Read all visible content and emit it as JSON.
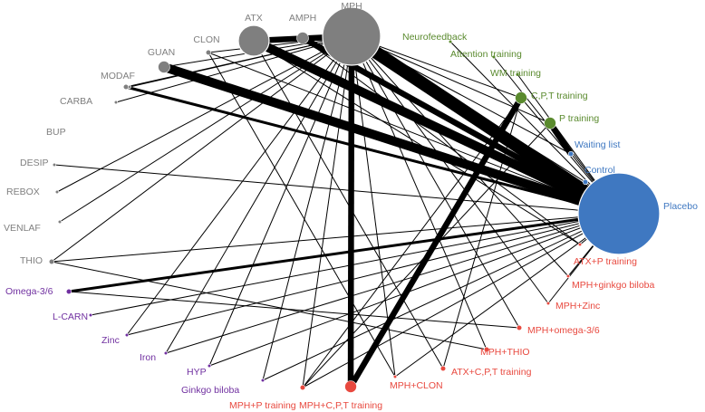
{
  "colors": {
    "drug": "#7f7f7f",
    "nonpharm": "#5a8a2e",
    "control": "#3f78c1",
    "combo": "#e8493f",
    "supplement": "#7030a0",
    "edge": "#000000"
  },
  "nodes": [
    {
      "id": "MPH",
      "label": "MPH",
      "group": "drug",
      "size": 6
    },
    {
      "id": "AMPH",
      "label": "AMPH",
      "group": "drug",
      "size": 2
    },
    {
      "id": "ATX",
      "label": "ATX",
      "group": "drug",
      "size": 4
    },
    {
      "id": "CLON",
      "label": "CLON",
      "group": "drug",
      "size": 1
    },
    {
      "id": "GUAN",
      "label": "GUAN",
      "group": "drug",
      "size": 2
    },
    {
      "id": "MODAF",
      "label": "MODAF",
      "group": "drug",
      "size": 1
    },
    {
      "id": "CARBA",
      "label": "CARBA",
      "group": "drug",
      "size": 0
    },
    {
      "id": "BUP",
      "label": "BUP",
      "group": "drug",
      "size": 0
    },
    {
      "id": "DESIP",
      "label": "DESIP",
      "group": "drug",
      "size": 0
    },
    {
      "id": "REBOX",
      "label": "REBOX",
      "group": "drug",
      "size": 0
    },
    {
      "id": "VENLAF",
      "label": "VENLAF",
      "group": "drug",
      "size": 0
    },
    {
      "id": "THIO",
      "label": "THIO",
      "group": "drug",
      "size": 1
    },
    {
      "id": "OMEGA",
      "label": "Omega-3/6",
      "group": "supplement",
      "size": 1
    },
    {
      "id": "LCARN",
      "label": "L-CARN",
      "group": "supplement",
      "size": 0
    },
    {
      "id": "ZINC",
      "label": "Zinc",
      "group": "supplement",
      "size": 0
    },
    {
      "id": "IRON",
      "label": "Iron",
      "group": "supplement",
      "size": 0
    },
    {
      "id": "HYP",
      "label": "HYP",
      "group": "supplement",
      "size": 0
    },
    {
      "id": "GINKGO",
      "label": "Ginkgo biloba",
      "group": "supplement",
      "size": 0
    },
    {
      "id": "MPH_P",
      "label": "MPH+P training",
      "group": "combo",
      "size": 1
    },
    {
      "id": "MPH_CPT",
      "label": "MPH+C,P,T training",
      "group": "combo",
      "size": 2
    },
    {
      "id": "MPH_CLON",
      "label": "MPH+CLON",
      "group": "combo",
      "size": 0
    },
    {
      "id": "ATX_CPT",
      "label": "ATX+C,P,T training",
      "group": "combo",
      "size": 1
    },
    {
      "id": "MPH_THIO",
      "label": "MPH+THIO",
      "group": "combo",
      "size": 1
    },
    {
      "id": "MPH_OMEGA",
      "label": "MPH+omega-3/6",
      "group": "combo",
      "size": 1
    },
    {
      "id": "MPH_ZINC",
      "label": "MPH+Zinc",
      "group": "combo",
      "size": 0
    },
    {
      "id": "MPH_GINKGO",
      "label": "MPH+ginkgo biloba",
      "group": "combo",
      "size": 0
    },
    {
      "id": "ATX_P",
      "label": "ATX+P training",
      "group": "combo",
      "size": 0
    },
    {
      "id": "PLACEBO",
      "label": "Placebo",
      "group": "control",
      "size": 7
    },
    {
      "id": "CONTROL",
      "label": "Control",
      "group": "control",
      "size": 1
    },
    {
      "id": "WAIT",
      "label": "Waiting list",
      "group": "control",
      "size": 1
    },
    {
      "id": "PTRAIN",
      "label": "P training",
      "group": "nonpharm",
      "size": 2
    },
    {
      "id": "CPTTRAIN",
      "label": "C,P,T training",
      "group": "nonpharm",
      "size": 2
    },
    {
      "id": "WM",
      "label": "WM training",
      "group": "nonpharm",
      "size": 0
    },
    {
      "id": "ATTN",
      "label": "Attention training",
      "group": "nonpharm",
      "size": 0
    },
    {
      "id": "NEURO",
      "label": "Neurofeedback",
      "group": "nonpharm",
      "size": 0
    }
  ],
  "edges": [
    {
      "from": "MPH",
      "to": "PLACEBO",
      "weight": 5
    },
    {
      "from": "ATX",
      "to": "PLACEBO",
      "weight": 4
    },
    {
      "from": "GUAN",
      "to": "PLACEBO",
      "weight": 4
    },
    {
      "from": "AMPH",
      "to": "PLACEBO",
      "weight": 3
    },
    {
      "from": "MODAF",
      "to": "PLACEBO",
      "weight": 2
    },
    {
      "from": "CLON",
      "to": "PLACEBO",
      "weight": 1
    },
    {
      "from": "MPH",
      "to": "ATX",
      "weight": 3
    },
    {
      "from": "MPH",
      "to": "AMPH",
      "weight": 1
    },
    {
      "from": "MPH",
      "to": "CLON",
      "weight": 1
    },
    {
      "from": "MPH",
      "to": "GUAN",
      "weight": 1
    },
    {
      "from": "MPH",
      "to": "MODAF",
      "weight": 1
    },
    {
      "from": "MPH",
      "to": "MPH_CPT",
      "weight": 3
    },
    {
      "from": "MPH",
      "to": "CPTTRAIN",
      "weight": 1
    },
    {
      "from": "MPH",
      "to": "PTRAIN",
      "weight": 1
    },
    {
      "from": "MPH",
      "to": "CONTROL",
      "weight": 1
    },
    {
      "from": "MPH",
      "to": "WAIT",
      "weight": 1
    },
    {
      "from": "MPH",
      "to": "MPH_THIO",
      "weight": 1
    },
    {
      "from": "MPH",
      "to": "MPH_OMEGA",
      "weight": 1
    },
    {
      "from": "MPH",
      "to": "MPH_ZINC",
      "weight": 1
    },
    {
      "from": "MPH",
      "to": "MPH_GINKGO",
      "weight": 1
    },
    {
      "from": "MPH",
      "to": "MPH_P",
      "weight": 1
    },
    {
      "from": "MPH",
      "to": "MPH_CLON",
      "weight": 1
    },
    {
      "from": "MPH",
      "to": "CARBA",
      "weight": 1
    },
    {
      "from": "MPH",
      "to": "BUP",
      "weight": 1
    },
    {
      "from": "MPH",
      "to": "REBOX",
      "weight": 1
    },
    {
      "from": "MPH",
      "to": "VENLAF",
      "weight": 1
    },
    {
      "from": "MPH",
      "to": "THIO",
      "weight": 1
    },
    {
      "from": "MPH",
      "to": "HYP",
      "weight": 1
    },
    {
      "from": "MPH",
      "to": "GINKGO",
      "weight": 1
    },
    {
      "from": "MPH",
      "to": "ZINC",
      "weight": 1
    },
    {
      "from": "MPH",
      "to": "IRON",
      "weight": 1
    },
    {
      "from": "ATX",
      "to": "ATX_CPT",
      "weight": 1
    },
    {
      "from": "ATX",
      "to": "ATX_P",
      "weight": 1
    },
    {
      "from": "CLON",
      "to": "MPH_CLON",
      "weight": 1
    },
    {
      "from": "AMPH",
      "to": "ATX_P",
      "weight": 1
    },
    {
      "from": "DESIP",
      "to": "PLACEBO",
      "weight": 1
    },
    {
      "from": "OMEGA",
      "to": "PLACEBO",
      "weight": 2
    },
    {
      "from": "OMEGA",
      "to": "MPH_OMEGA",
      "weight": 1
    },
    {
      "from": "THIO",
      "to": "PLACEBO",
      "weight": 1
    },
    {
      "from": "THIO",
      "to": "MPH_THIO",
      "weight": 1
    },
    {
      "from": "LCARN",
      "to": "PLACEBO",
      "weight": 1
    },
    {
      "from": "ZINC",
      "to": "PLACEBO",
      "weight": 1
    },
    {
      "from": "IRON",
      "to": "PLACEBO",
      "weight": 1
    },
    {
      "from": "HYP",
      "to": "PLACEBO",
      "weight": 1
    },
    {
      "from": "GINKGO",
      "to": "PLACEBO",
      "weight": 1
    },
    {
      "from": "NEURO",
      "to": "PLACEBO",
      "weight": 1
    },
    {
      "from": "ATTN",
      "to": "PLACEBO",
      "weight": 1
    },
    {
      "from": "WM",
      "to": "PLACEBO",
      "weight": 1
    },
    {
      "from": "CPTTRAIN",
      "to": "PLACEBO",
      "weight": 1
    },
    {
      "from": "CPTTRAIN",
      "to": "MPH_CPT",
      "weight": 3
    },
    {
      "from": "CPTTRAIN",
      "to": "ATX_CPT",
      "weight": 1
    },
    {
      "from": "CPTTRAIN",
      "to": "MPH_P",
      "weight": 1
    },
    {
      "from": "PTRAIN",
      "to": "WAIT",
      "weight": 3
    },
    {
      "from": "PTRAIN",
      "to": "PLACEBO",
      "weight": 1
    },
    {
      "from": "PTRAIN",
      "to": "MPH_P",
      "weight": 1
    },
    {
      "from": "CONTROL",
      "to": "PLACEBO",
      "weight": 1
    },
    {
      "from": "PLACEBO",
      "to": "ATX_P",
      "weight": 1
    },
    {
      "from": "PLACEBO",
      "to": "MPH_GINKGO",
      "weight": 1
    },
    {
      "from": "PLACEBO",
      "to": "MPH_ZINC",
      "weight": 1
    },
    {
      "from": "PLACEBO",
      "to": "MPH_CLON",
      "weight": 1
    },
    {
      "from": "PLACEBO",
      "to": "MPH_P",
      "weight": 1
    }
  ]
}
